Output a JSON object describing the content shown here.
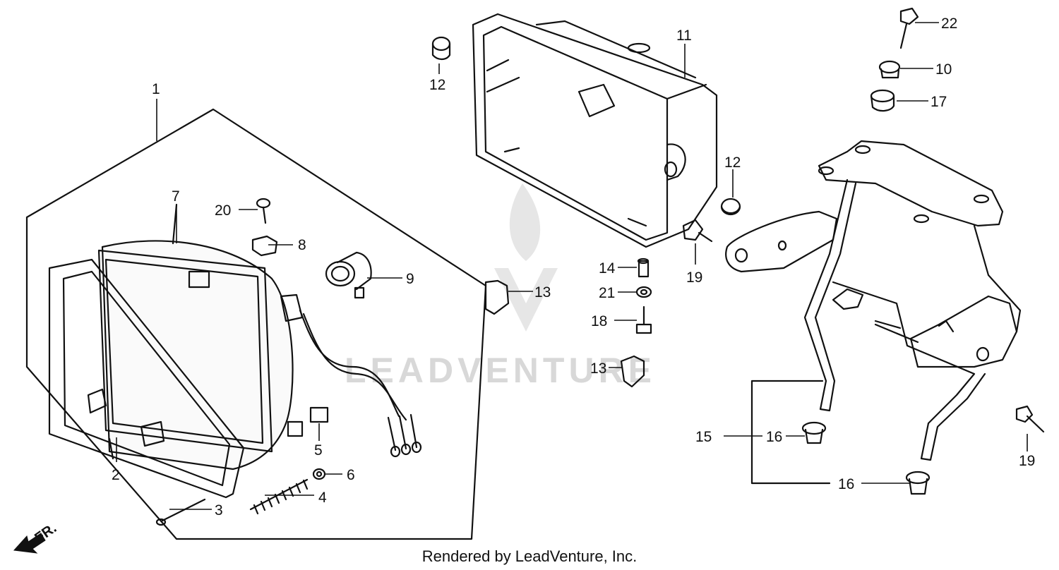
{
  "diagram": {
    "callouts": [
      "1",
      "2",
      "3",
      "4",
      "5",
      "6",
      "7",
      "8",
      "9",
      "10",
      "11",
      "12",
      "12",
      "13",
      "13",
      "14",
      "15",
      "16",
      "16",
      "17",
      "18",
      "19",
      "19",
      "20",
      "21",
      "22"
    ],
    "direction_label": "FR.",
    "watermark": "LEADVENTURE",
    "footer": "Rendered by LeadVenture, Inc."
  }
}
